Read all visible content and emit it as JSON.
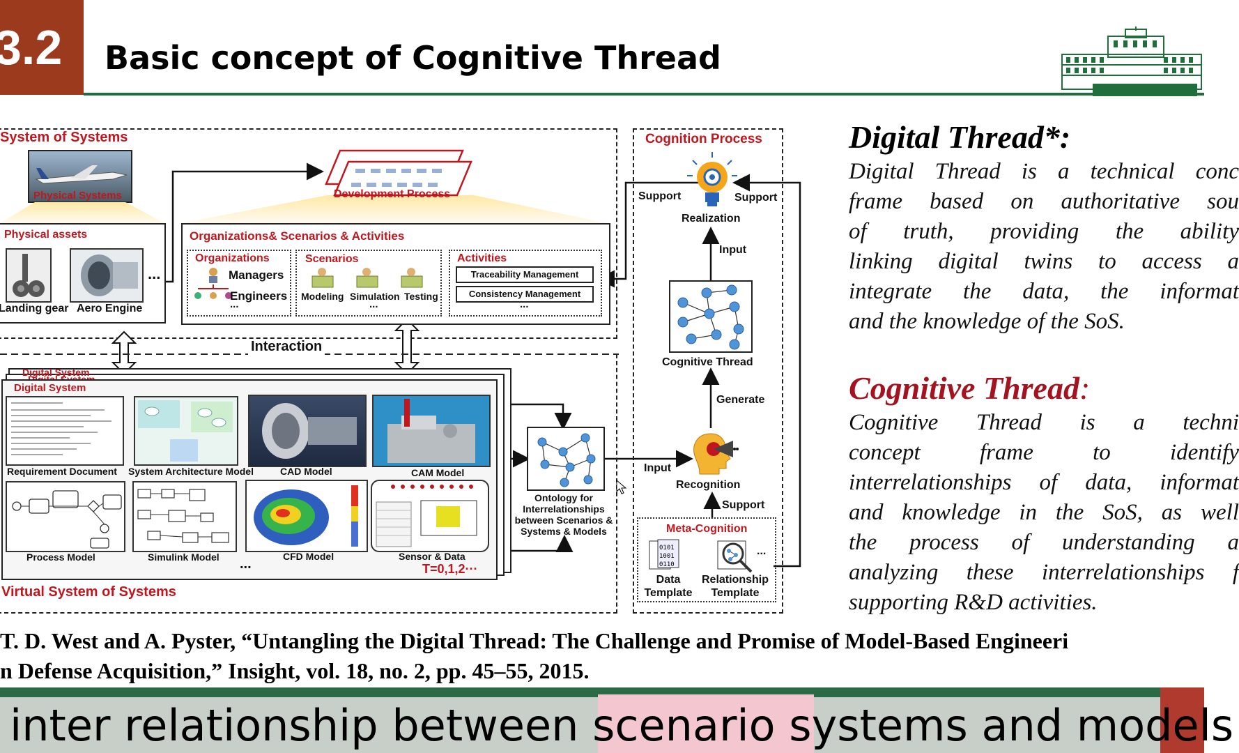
{
  "header": {
    "section_number": "3.2",
    "title": "Basic concept of Cognitive Thread"
  },
  "diagram": {
    "sos_label": "System of Systems",
    "physical_systems_label": "Physical Systems",
    "development_process_label": "Development Process",
    "physical_assets": {
      "title": "Physical assets",
      "items": [
        "Landing gear",
        "Aero Engine"
      ],
      "ellipsis": "..."
    },
    "org_panel": {
      "title": "Organizations& Scenarios & Activities",
      "organizations": {
        "title": "Organizations",
        "managers": "Managers",
        "engineers": "Engineers",
        "ellipsis": "..."
      },
      "scenarios": {
        "title": "Scenarios",
        "items": [
          "Modeling",
          "Simulation",
          "Testing"
        ],
        "ellipsis": "..."
      },
      "activities": {
        "title": "Activities",
        "items": [
          "Traceability Management",
          "Consistency Management"
        ],
        "ellipsis": "..."
      }
    },
    "interaction_label": "Interaction",
    "digital_system_labels": [
      "Digital System",
      "Digital System",
      "Digital System"
    ],
    "models": [
      "Requirement Document",
      "System Architecture Model",
      "CAD Model",
      "CAM Model",
      "Process Model",
      "Simulink Model",
      "CFD Model",
      "Sensor & Data"
    ],
    "models_ellipsis": "...",
    "time_label": "T=0,1,2···",
    "virtual_sos_label": "Virtual System of Systems",
    "ontology_label": "Ontology for Interrelationships between Scenarios & Systems & Models",
    "cognition": {
      "title": "Cognition Process",
      "support_left": "Support",
      "support_right": "Support",
      "realization": "Realization",
      "input_top": "Input",
      "cognitive_thread": "Cognitive Thread",
      "generate": "Generate",
      "input_left": "Input",
      "recognition": "Recognition",
      "support_bottom": "Support",
      "meta_cognition": "Meta-Cognition",
      "data_template": "Data Template",
      "relationship_template": "Relationship Template",
      "ellipsis": "..."
    }
  },
  "digital_thread": {
    "title": "Digital Thread*:",
    "lines": [
      "Digital Thread is a technical conc",
      "frame based on authoritative sou",
      "of truth, providing the ability",
      "linking digital twins to access a",
      "integrate the data, the informat",
      "and the knowledge of the SoS."
    ]
  },
  "cognitive_thread": {
    "title": "Cognitive Thread",
    "colon": ":",
    "lines": [
      "Cognitive Thread is a techni",
      "concept frame to identify",
      "interrelationships of data, informat",
      "and knowledge in the SoS, as well",
      "the process of understanding a",
      "analyzing these interrelationships f",
      "supporting R&D activities."
    ]
  },
  "reference": {
    "line1": "T. D. West and A. Pyster, “Untangling the Digital Thread: The Challenge and Promise of Model-Based Engineeri",
    "line2": "n Defense Acquisition,” Insight, vol. 18, no. 2, pp. 45–55, 2015."
  },
  "subtitle": "inter relationship between scenario systems and models",
  "colors": {
    "section_box": "#9b3a1c",
    "accent_red": "#c0171f",
    "rule_green": "#1f6e3c",
    "cognitive_title": "#a31420"
  }
}
